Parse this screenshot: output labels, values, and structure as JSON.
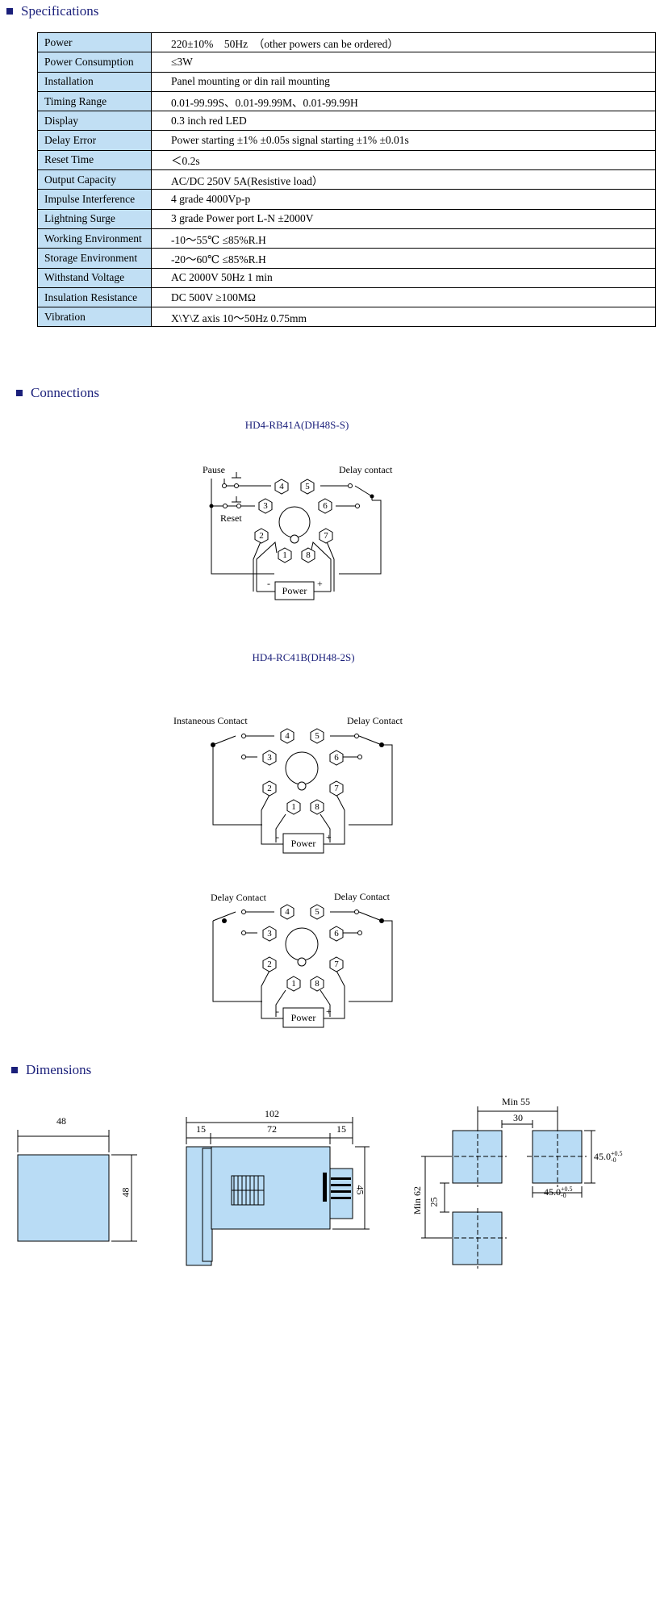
{
  "specifications": {
    "heading": "Specifications",
    "rows": [
      {
        "label": "Power",
        "value": "220±10%　50Hz　（other powers can be ordered）"
      },
      {
        "label": "Power Consumption",
        "value": "≤3W"
      },
      {
        "label": "Installation",
        "value": "Panel mounting or din rail mounting"
      },
      {
        "label": "Timing Range",
        "value": "0.01-99.99S、0.01-99.99M、0.01-99.99H"
      },
      {
        "label": "Display",
        "value": "0.3 inch red LED"
      },
      {
        "label": "Delay Error",
        "value": "Power starting ±1% ±0.05s  signal starting ±1% ±0.01s"
      },
      {
        "label": "Reset Time",
        "value": "＜0.2s"
      },
      {
        "label": "Output Capacity",
        "value": "AC/DC  250V    5A(Resistive load）"
      },
      {
        "label": " Impulse Interference",
        "value": "4 grade   4000Vp-p"
      },
      {
        "label": "Lightning Surge",
        "value": "3 grade   Power port L-N  ±2000V"
      },
      {
        "label": "Working Environment",
        "value": " -10～55℃ ≤85%R.H"
      },
      {
        "label": "Storage Environment",
        "value": "-20～60℃ ≤85%R.H"
      },
      {
        "label": "Withstand Voltage",
        "value": "AC  2000V   50Hz   1 min"
      },
      {
        "label": "Insulation Resistance",
        "value": "DC 500V ≥100MΩ"
      },
      {
        "label": "Vibration",
        "value": "X\\Y\\Z axis   10～50Hz  0.75mm"
      }
    ]
  },
  "connections": {
    "heading": "Connections",
    "diagram1": {
      "caption": "HD4-RB41A(DH48S-S)",
      "pause": "Pause",
      "reset": "Reset",
      "delay_contact": "Delay contact",
      "power": "Power",
      "minus": "-",
      "plus": "+"
    },
    "diagram2": {
      "caption": "HD4-RC41B(DH48-2S)",
      "left_label": "Instaneous Contact",
      "right_label": "Delay Contact",
      "power": "Power",
      "minus": "-",
      "plus": "+"
    },
    "diagram3": {
      "left_label": "Delay Contact",
      "right_label": "Delay Contact",
      "power": "Power",
      "minus": "-",
      "plus": "+"
    },
    "pins": [
      "1",
      "2",
      "3",
      "4",
      "5",
      "6",
      "7",
      "8"
    ]
  },
  "dimensions": {
    "heading": "Dimensions",
    "front": {
      "width": "48",
      "height": "48"
    },
    "side": {
      "total": "102",
      "left": "15",
      "middle": "72",
      "right": "15",
      "height": "45"
    },
    "cutout": {
      "min55": "Min 55",
      "gap30": "30",
      "min62": "Min 62",
      "v25": "25",
      "w45": "45.0",
      "h45": "45.0",
      "tol_plus": "+0.5",
      "tol_minus": "-0"
    }
  },
  "colors": {
    "heading": "#1a1f7a",
    "label_bg": "#c1dff4",
    "part_fill": "#b9dcf5"
  }
}
